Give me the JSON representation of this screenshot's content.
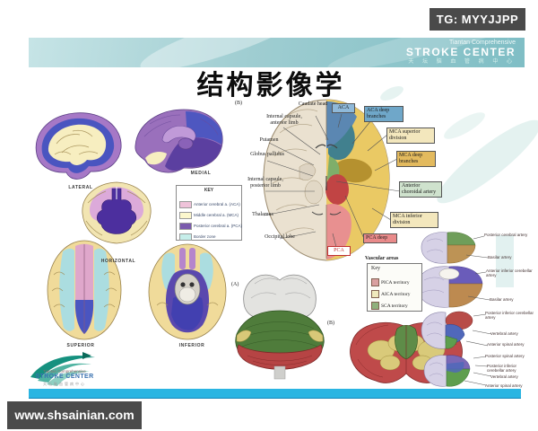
{
  "badges": {
    "tg": "TG: MYYJJPP",
    "site": "www.shsainian.com"
  },
  "header_banner": {
    "line1": "Tiantan Comprehensive",
    "line2": "STROKE CENTER",
    "line3": "天 坛 脑 血 管 病 中 心"
  },
  "slide_title": "结构影像学",
  "cerebral_figure": {
    "captions": {
      "lateral": "LATERAL",
      "medial": "MEDIAL",
      "horizontal": "HORIZONTAL",
      "superior": "SUPERIOR",
      "inferior": "INFERIOR"
    },
    "key": {
      "title": "KEY",
      "items": [
        {
          "label": "Anterior cerebral a. (ACA)",
          "color": "#efc3da"
        },
        {
          "label": "Middle cerebral a. (MCA)",
          "color": "#fcf7cd"
        },
        {
          "label": "Posterior cerebral a. (PCA)",
          "color": "#7a5aad"
        },
        {
          "label": "Border zone",
          "color": "#c6eeea"
        }
      ]
    }
  },
  "axial_figure": {
    "fig_label": "(B)",
    "anatomy_labels": [
      "Caudate head",
      "Internal capsule, anterior limb",
      "Putamen",
      "Globus pallidus",
      "Internal capsule, posterior limb",
      "Thalamus",
      "Occipital lobe"
    ],
    "artery_boxes": [
      {
        "label": "ACA",
        "color": "#8fb9d9"
      },
      {
        "label": "ACA deep branches",
        "color": "#6fa7c9"
      },
      {
        "label": "MCA superior division",
        "color": "#f3e7bd"
      },
      {
        "label": "MCA deep branches",
        "color": "#e3ba5e"
      },
      {
        "label": "Anterior choroidal artery",
        "color": "#cfe2cd"
      },
      {
        "label": "MCA inferior division",
        "color": "#f3e7bd"
      },
      {
        "label": "PCA",
        "color": "#ffffff"
      },
      {
        "label": "PCA deep",
        "color": "#e98a8a"
      }
    ]
  },
  "cerebellum_figure": {
    "fig_label_a": "(A)",
    "fig_label_b": "(B)",
    "key": {
      "title": "Vascular areas",
      "subtitle": "Key",
      "items": [
        {
          "label": "PICA territory",
          "color": "#d9a0a0"
        },
        {
          "label": "AICA territory",
          "color": "#efe9bd"
        },
        {
          "label": "SCA territory",
          "color": "#8fb07c"
        }
      ]
    }
  },
  "brainstem_figure": {
    "labels": [
      "Posterior cerebral artery",
      "Basilar artery",
      "Anterior inferior cerebellar artery",
      "Basilar artery",
      "Posterior inferior cerebellar artery",
      "Vertebral artery",
      "Anterior spinal artery",
      "Posterior spinal artery",
      "Posterior inferior cerebellar artery",
      "Vertebral artery",
      "Anterior spinal artery"
    ]
  },
  "footer_logo": {
    "line1": "Tiantan Comprehensive",
    "line2": "STROKE CENTER",
    "line3": "天坛脑血管病中心"
  },
  "colors": {
    "slide_accent_bar": "#2ab5e2",
    "badge_bg": "#4a4a4a",
    "banner_teal": "#8fc6cb"
  }
}
